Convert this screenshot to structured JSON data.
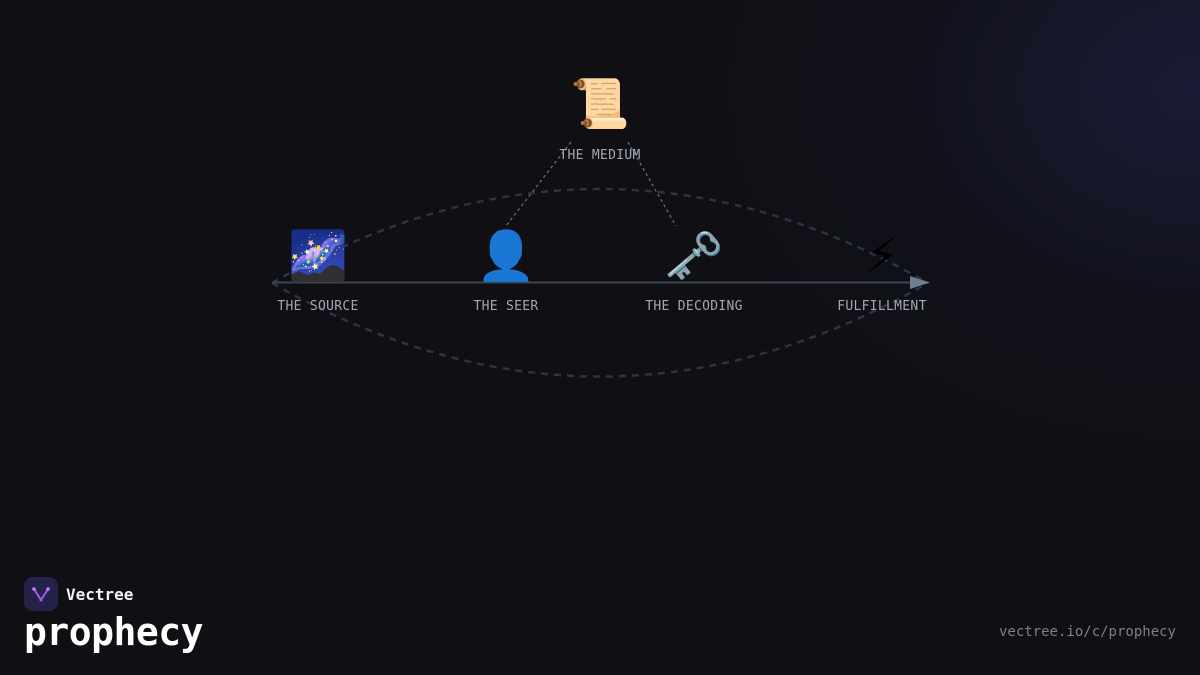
{
  "diagram": {
    "medium": {
      "icon": "📜",
      "icon_name": "scroll-icon",
      "label": "THE MEDIUM"
    },
    "nodes": [
      {
        "icon": "🌌",
        "icon_name": "galaxy-icon",
        "label": "THE SOURCE"
      },
      {
        "icon": "👤",
        "icon_name": "person-silhouette-icon",
        "label": "THE SEER"
      },
      {
        "icon": "🗝️",
        "icon_name": "old-key-icon",
        "label": "THE DECODING"
      },
      {
        "icon": "⚡",
        "icon_name": "lightning-icon",
        "label": "FULFILLMENT"
      }
    ]
  },
  "brand": {
    "name": "Vectree",
    "logo_icon": "vectree-logo-icon",
    "accent": "#9b5de5"
  },
  "page": {
    "title": "prophecy",
    "url": "vectree.io/c/prophecy"
  },
  "colors": {
    "background": "#0f0f14",
    "axis": "#3a4556",
    "dashed_ellipse": "#2a3445",
    "connector": "#6a7384",
    "label": "#a2a8b6"
  }
}
